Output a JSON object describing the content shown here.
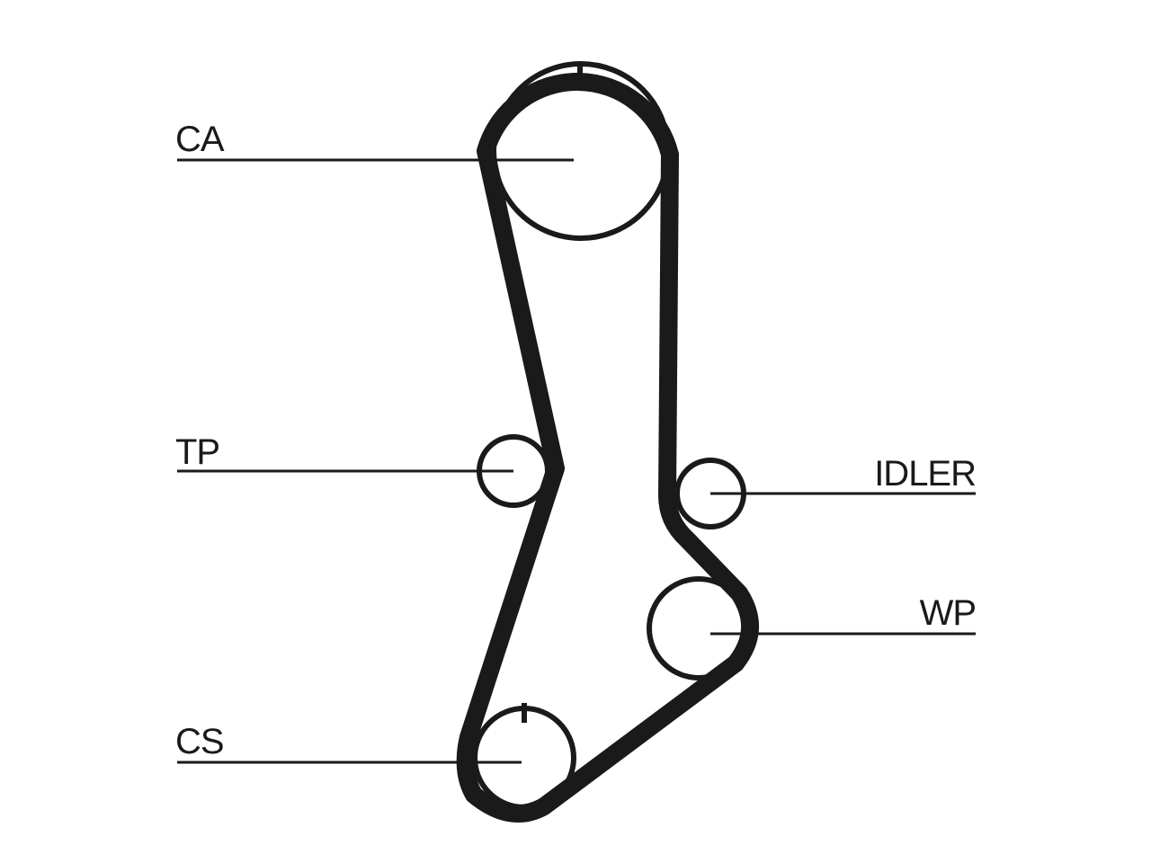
{
  "diagram": {
    "colors": {
      "background": "#ffffff",
      "ink": "#1a1a1a"
    },
    "components": {
      "ca": {
        "label": "CA"
      },
      "tp": {
        "label": "TP"
      },
      "idler": {
        "label": "IDLER"
      },
      "wp": {
        "label": "WP"
      },
      "cs": {
        "label": "CS"
      }
    }
  }
}
